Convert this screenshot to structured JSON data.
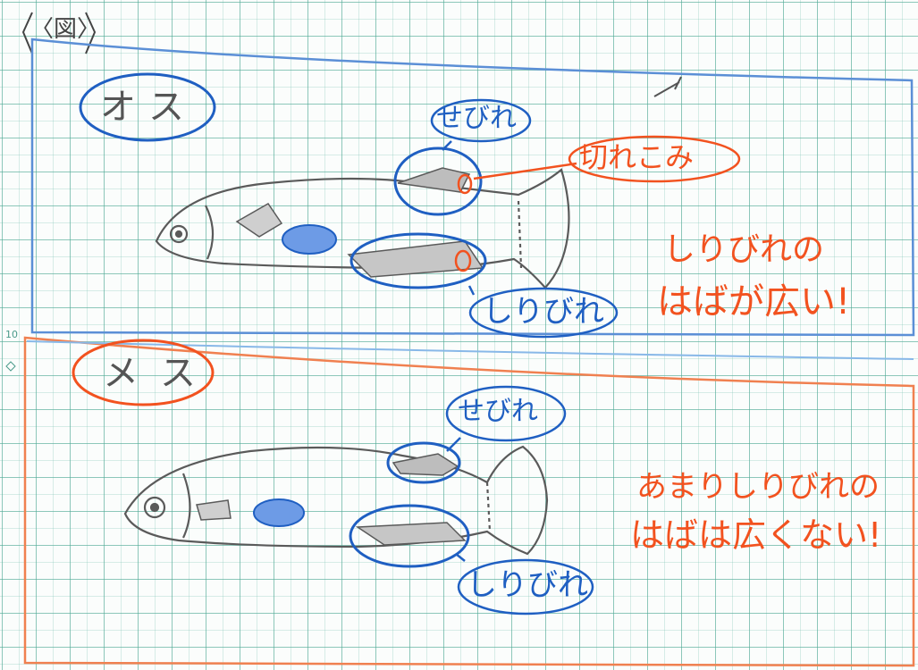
{
  "figure_label": "〈図〉",
  "line_number": "10",
  "colors": {
    "blue": "#1f5fc2",
    "red": "#f2521f",
    "pencil": "#5a5a5a",
    "grid": "#50aa96"
  },
  "male": {
    "label": "オス",
    "annotations": {
      "dorsal_fin": "せびれ",
      "notch": "切れこみ",
      "anal_fin": "しりびれ"
    },
    "note_line1": "しりびれの",
    "note_line2": "はばが広い!"
  },
  "female": {
    "label": "メス",
    "annotations": {
      "dorsal_fin": "せびれ",
      "anal_fin": "しりびれ"
    },
    "note_line1": "あまりしりびれの",
    "note_line2": "はばは広くない!"
  }
}
